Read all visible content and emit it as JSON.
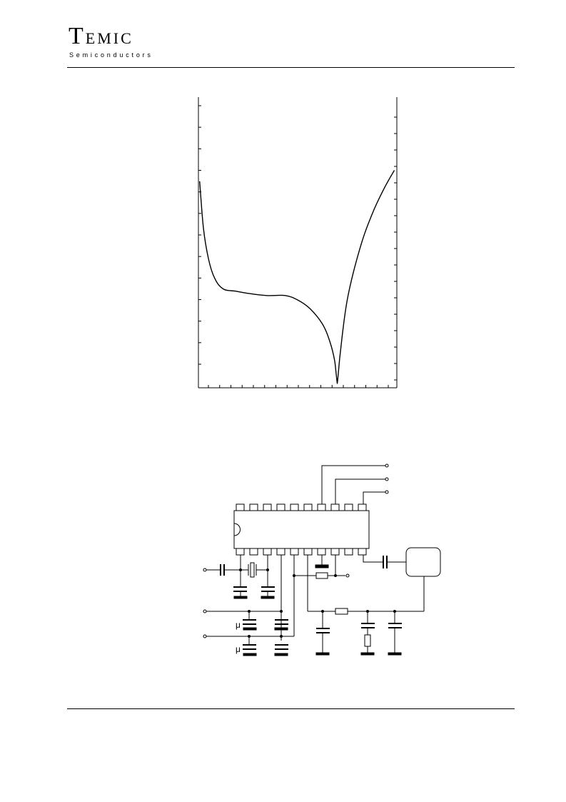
{
  "header": {
    "brand_initial": "T",
    "brand_rest": "EMIC",
    "brand_subtitle": "Semiconductors"
  },
  "chart_data": {
    "type": "line",
    "title": "",
    "xlabel": "",
    "ylabel": "",
    "xlim": [
      0,
      16
    ],
    "ylim": [
      0,
      13
    ],
    "grid": false,
    "x_ticks": 17,
    "y_ticks_left": 13,
    "y_ticks_right": 17,
    "series": [
      {
        "x": [
          0.1,
          0.4,
          0.8,
          1.3,
          2,
          3,
          4,
          5.5,
          7,
          8,
          9,
          10,
          10.6,
          11,
          11.2,
          11.4,
          12,
          13,
          14,
          15,
          15.8
        ],
        "y": [
          9.3,
          7.2,
          5.8,
          4.9,
          4.4,
          4.3,
          4.2,
          4.1,
          4.1,
          3.9,
          3.5,
          2.8,
          2.0,
          1.1,
          0.1,
          1.3,
          3.9,
          6.2,
          7.8,
          9.0,
          9.8
        ]
      }
    ]
  },
  "circuit": {
    "mu_label_1": "μ",
    "mu_label_2": "μ"
  }
}
